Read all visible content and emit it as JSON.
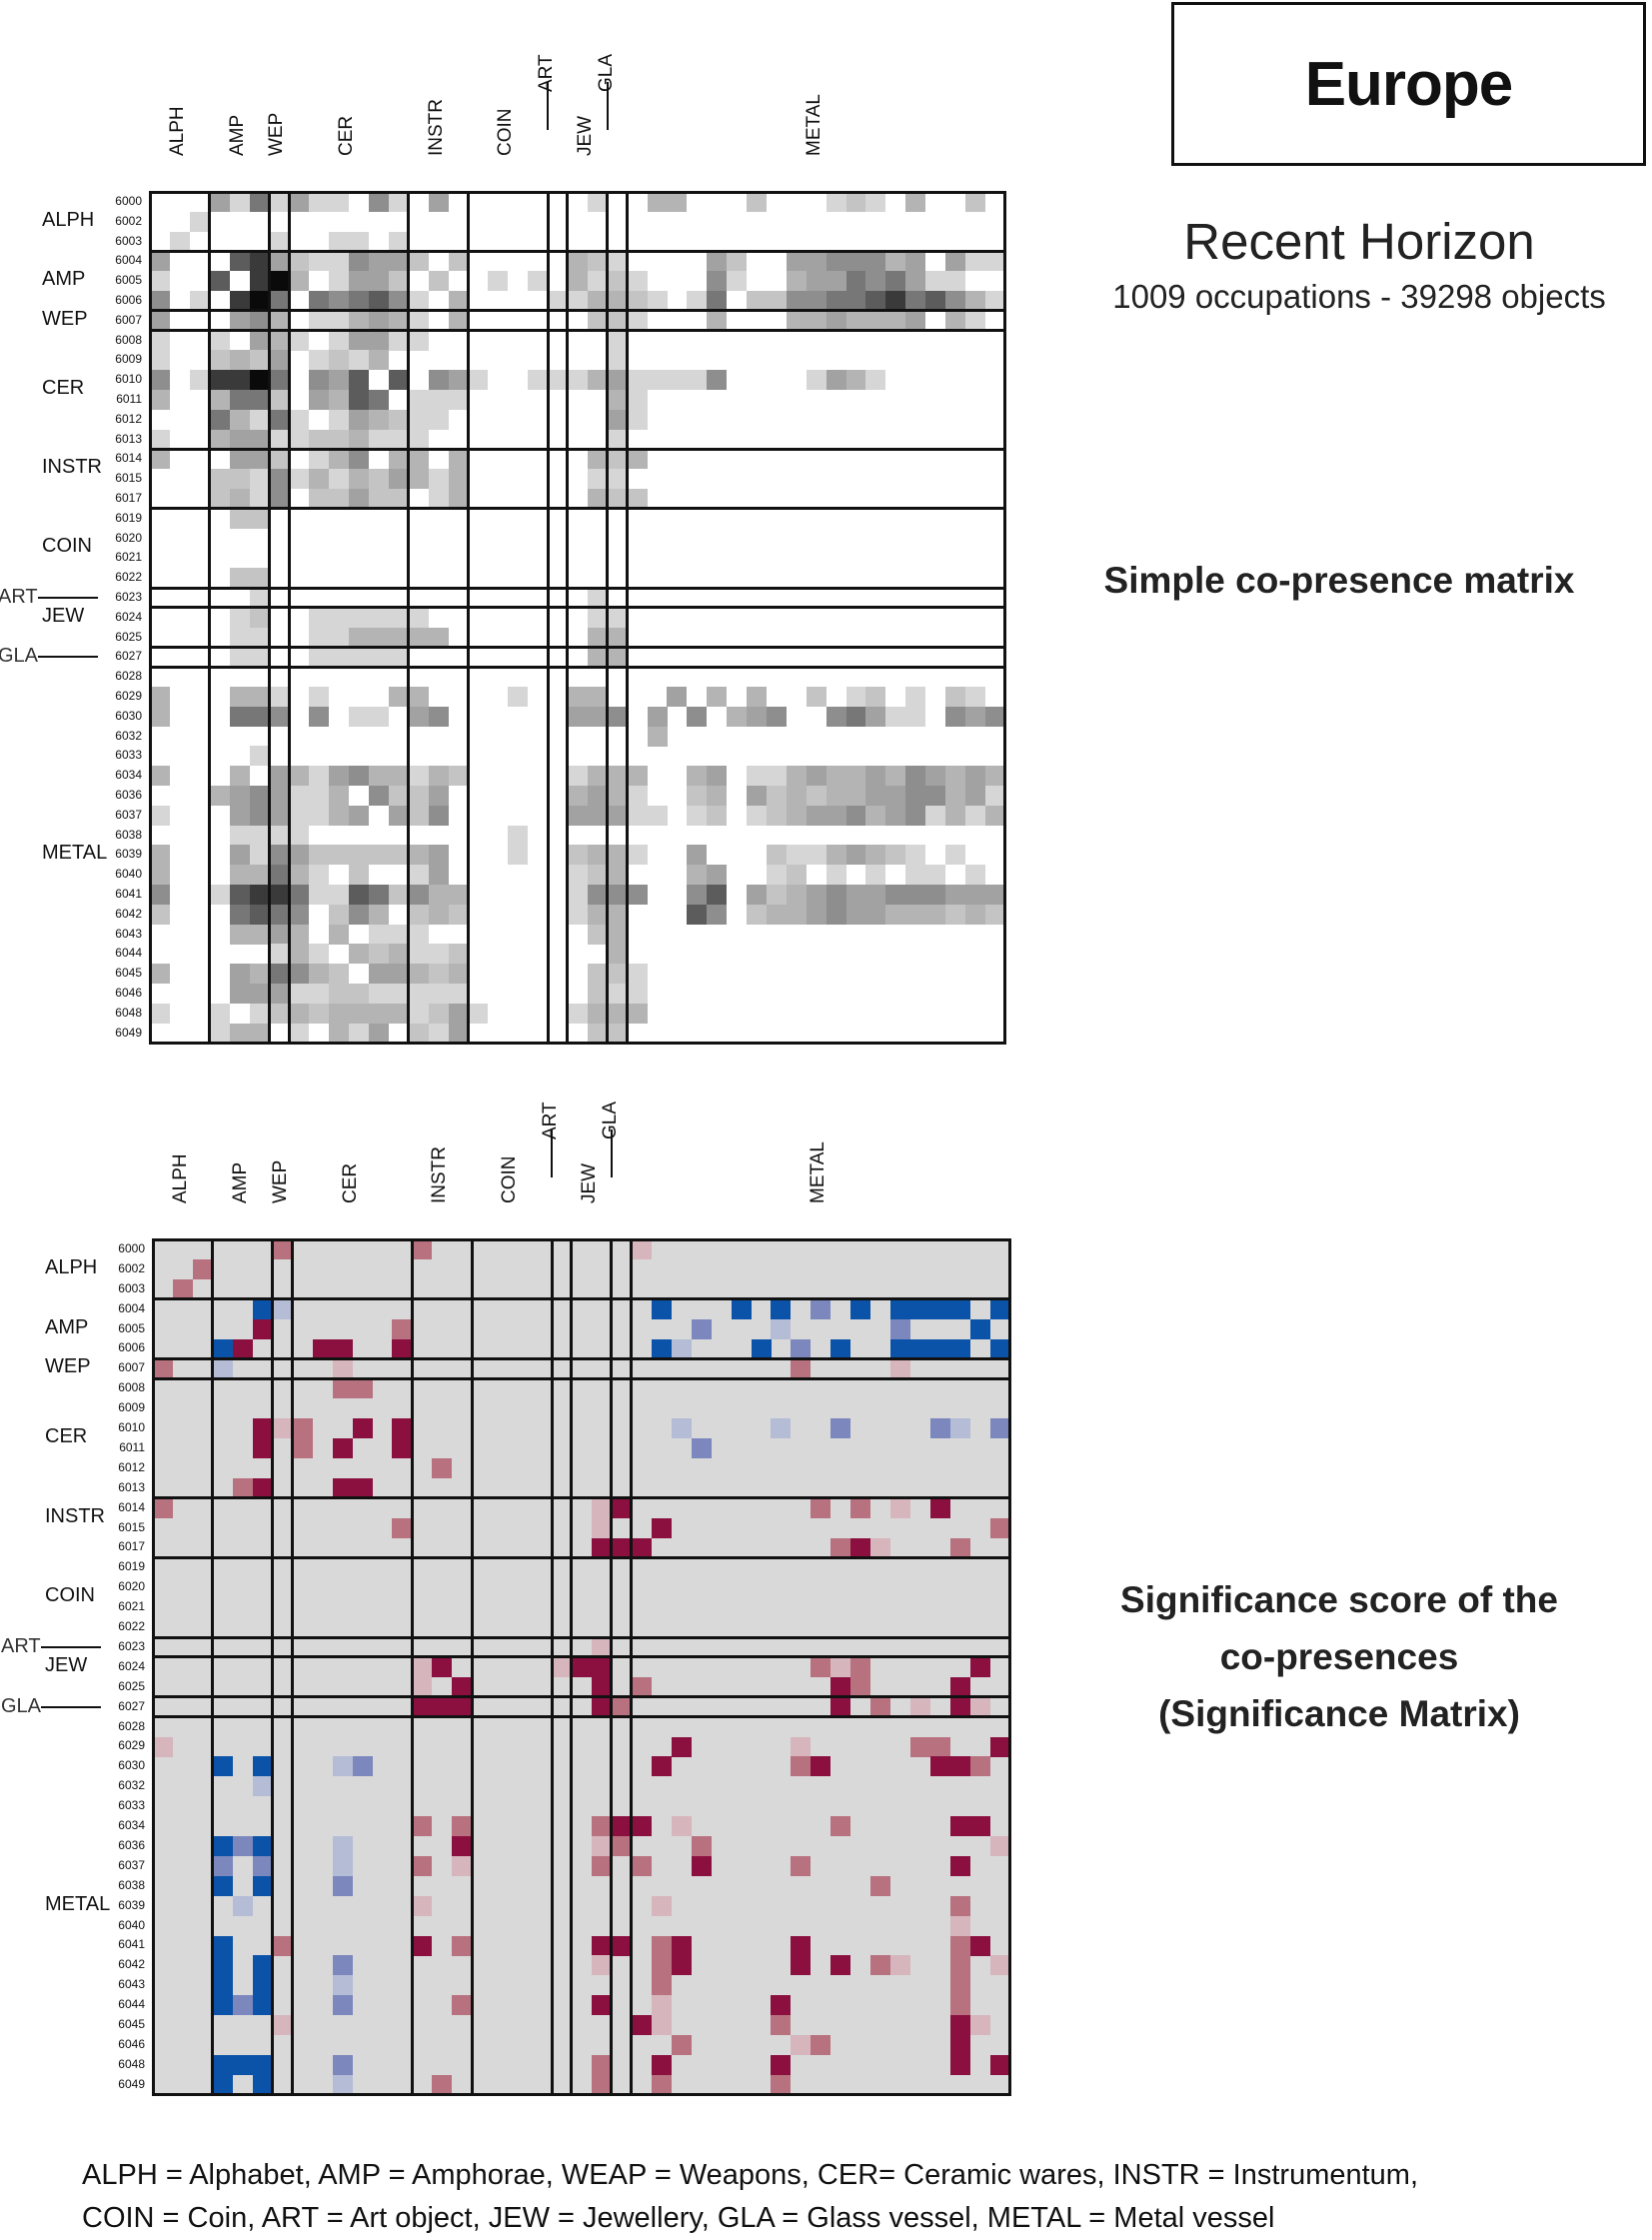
{
  "header": {
    "region": "Europe",
    "horizon": "Recent Horizon",
    "stats": "1009 occupations - 39298 objects"
  },
  "captions": {
    "simple": "Simple co-presence matrix",
    "significance_line1": "Significance score of the",
    "significance_line2": "co-presences",
    "significance_line3": "(Significance Matrix)"
  },
  "legend": {
    "line1": "ALPH = Alphabet, AMP = Amphorae, WEAP = Weapons, CER= Ceramic wares, INSTR = Instrumentum,",
    "line2": "COIN = Coin, ART = Art object, JEW = Jewellery, GLA = Glass vessel, METAL = Metal vessel"
  },
  "colors": {
    "gray_scale": [
      "#ffffff",
      "#d6d6d6",
      "#c4c4c4",
      "#b4b4b4",
      "#a2a2a2",
      "#8e8e8e",
      "#777777",
      "#5c5c5c",
      "#3a3a3a",
      "#0a0a0a"
    ],
    "sig_background": "#d9d9d9",
    "sig_dark_red": "#8b1040",
    "sig_mid_red": "#b8717f",
    "sig_light_pink": "#d6b5bd",
    "sig_blue": "#0b53a8",
    "sig_mid_blue": "#7b87bd",
    "sig_light_blue": "#b5bcd6",
    "grid_line": "#111111"
  },
  "chart_data": [
    {
      "type": "heatmap",
      "title": "Simple co-presence matrix",
      "groups": [
        {
          "name": "ALPH",
          "start": 0,
          "size": 3
        },
        {
          "name": "AMP",
          "start": 3,
          "size": 3
        },
        {
          "name": "WEP",
          "start": 6,
          "size": 1
        },
        {
          "name": "CER",
          "start": 7,
          "size": 6
        },
        {
          "name": "INSTR",
          "start": 13,
          "size": 3
        },
        {
          "name": "COIN",
          "start": 16,
          "size": 4
        },
        {
          "name": "ART",
          "start": 20,
          "size": 1
        },
        {
          "name": "JEW",
          "start": 21,
          "size": 2
        },
        {
          "name": "GLA",
          "start": 23,
          "size": 1
        },
        {
          "name": "METAL",
          "start": 24,
          "size": 19
        }
      ],
      "row_codes": [
        "6000",
        "6002",
        "6003",
        "6004",
        "6005",
        "6006",
        "6007",
        "6008",
        "6009",
        "6010",
        "6011",
        "6012",
        "6013",
        "6014",
        "6015",
        "6017",
        "6019",
        "6020",
        "6021",
        "6022",
        "6023",
        "6024",
        "6025",
        "6027",
        "6028",
        "6029",
        "6030",
        "6032",
        "6033",
        "6034",
        "6036",
        "6037",
        "6038",
        "6039",
        "6040",
        "6041",
        "6042",
        "6043",
        "6044",
        "6045",
        "6046",
        "6048",
        "6049"
      ],
      "encoding": "digit 0-9 = gray intensity (0 white, 9 black)",
      "cells": [
        "0004161411051040000000100330002000121030020",
        "0010000000000000000000000000000000000000000",
        "0100001001101000000000000000000000000000000",
        "4000784211544202000003210000420044555340411",
        "1007089301442020010103121000510034465641100",
        "5010896065675103000011332101602255667867531",
        "4000453011343103000000221000300033433340310",
        "1001043101441100000000010000000000000000000",
        "1002324012130000000000010000000000000000000",
        "5018896054707054100111341111500001431000000",
        "3003662043760111000000031000000000000000000",
        "0006316101432110000000041000000000000000000",
        "1003441122311100000000010000000000000000000",
        "3000442013503303000000323000000000000000000",
        "0002215131324313000000110000000000000000000",
        "0002315022422013000000322000000000000000000",
        "0000220000000000000000000000000000000000000",
        "0000000000000000000000000000000000000000000",
        "0000000000000000000000000000000000000000000",
        "0000220000000000000000000000000000000000000",
        "0000010000000000000000100000000000000000000",
        "0000120011111100000000110000000000000000000",
        "0000110011333330000000330000000000000000000",
        "0000110011111000000000330000000000000000000",
        "0000000000000000000000000000000000000000000",
        "3000331010003300001003300040303002012010210",
        "3000665050110450000004450405034500564110545",
        "0000000000000000000000000300000000000000000",
        "0000010000000000000000000000000000000000000",
        "3000304314533132000001333003401134334354343",
        "0003454113052240000003431002304232334455341",
        "1000454113404250000004441101201234453451313",
        "0000111100000000001000000000000000000000000",
        "3000415422222340001002331004000211343210100",
        "3000336310200140000001230003400120101011010",
        "5001788611762533000001555005704234544555444",
        "2000676502530232000001330007502334544333232",
        "0000334303011100000000230000000000000000000",
        "0000001310323112000000030000000000000000000",
        "3000436532044323000000221000000000000000000",
        "0000444112211111000000211000000000000000000",
        "1001012323333124100001333000000000000000000",
        "0001330103140214000000220000000000000000000"
      ]
    },
    {
      "type": "heatmap",
      "title": "Significance score of the co-presences (Significance Matrix)",
      "row_codes": [
        "6000",
        "6002",
        "6003",
        "6004",
        "6005",
        "6006",
        "6007",
        "6008",
        "6009",
        "6010",
        "6011",
        "6012",
        "6013",
        "6014",
        "6015",
        "6017",
        "6019",
        "6020",
        "6021",
        "6022",
        "6023",
        "6024",
        "6025",
        "6027",
        "6028",
        "6029",
        "6030",
        "6032",
        "6033",
        "6034",
        "6036",
        "6037",
        "6038",
        "6039",
        "6040",
        "6041",
        "6042",
        "6043",
        "6044",
        "6045",
        "6046",
        "6048",
        "6049"
      ],
      "encoding": ". grey, R dark red (strong positive), r mid red, p light pink, B blue (strong negative), b mid blue, l light blue",
      "cells": [
        "......r......r..........p..................",
        "..r........................................",
        ".r.........................................",
        ".....Bl..................B...B.B.b.B.BBBB.BB",
        ".....R......r..............b...l.....b...B.",
        "...BR...RR..R............Bl...B.b.B..BBBB.BB",
        "r..l.....p......................r....p.....",
        ".........rr................................",
        "...........................................",
        ".....Rpr..R.R.............l....l..b....bl.bl",
        ".....R.r.R..R..............b...............",
        "..............r............................",
        "....rR...RR................................",
        "r.....................pR.........r.r.p.R...",
        "............r.........p..R................r",
        "......................RRR.........rRp...r..r",
        "...........................................",
        "...........................................",
        "...........................................",
        "...........................................",
        "......................p....................",
        ".............pR.....pRR..........rpr.....R.r",
        ".............p.R......R.r.........Rr....R..",
        ".............RRR......Rr..........R.r.p.Rp.p",
        "...........................................",
        "p.........................R.....p.....rr..R.",
        "...B.B...lb..............R......rR.....RRr.pr",
        ".....l.....................................",
        "...........................................",
        ".............r.r......rRR.p.......r.....RR.Rr",
        "...BbB...l.....R......pr...r..............p",
        "...b.b...l...r.p......r.r..R....r.......R..r",
        "...B.B...b..........................r......",
        "....l........p...........p..............r..",
        "........................................p..",
        "...B..r......R.r......RR.rR.....R.......rR.",
        "...B.B...b............p..rR.....R.R.rp..r.pRR",
        "...B.B...l...............r..............r..",
        "...BbB...b.....r......R..p.....R........r..R",
        "......p.................Rp.....r........Rp.",
        "..........................r.....pr......R..",
        "...BBB...b............r..R.....R........R.R.",
        "...B.B...l....r.......r..r.....r..........."
      ]
    }
  ]
}
